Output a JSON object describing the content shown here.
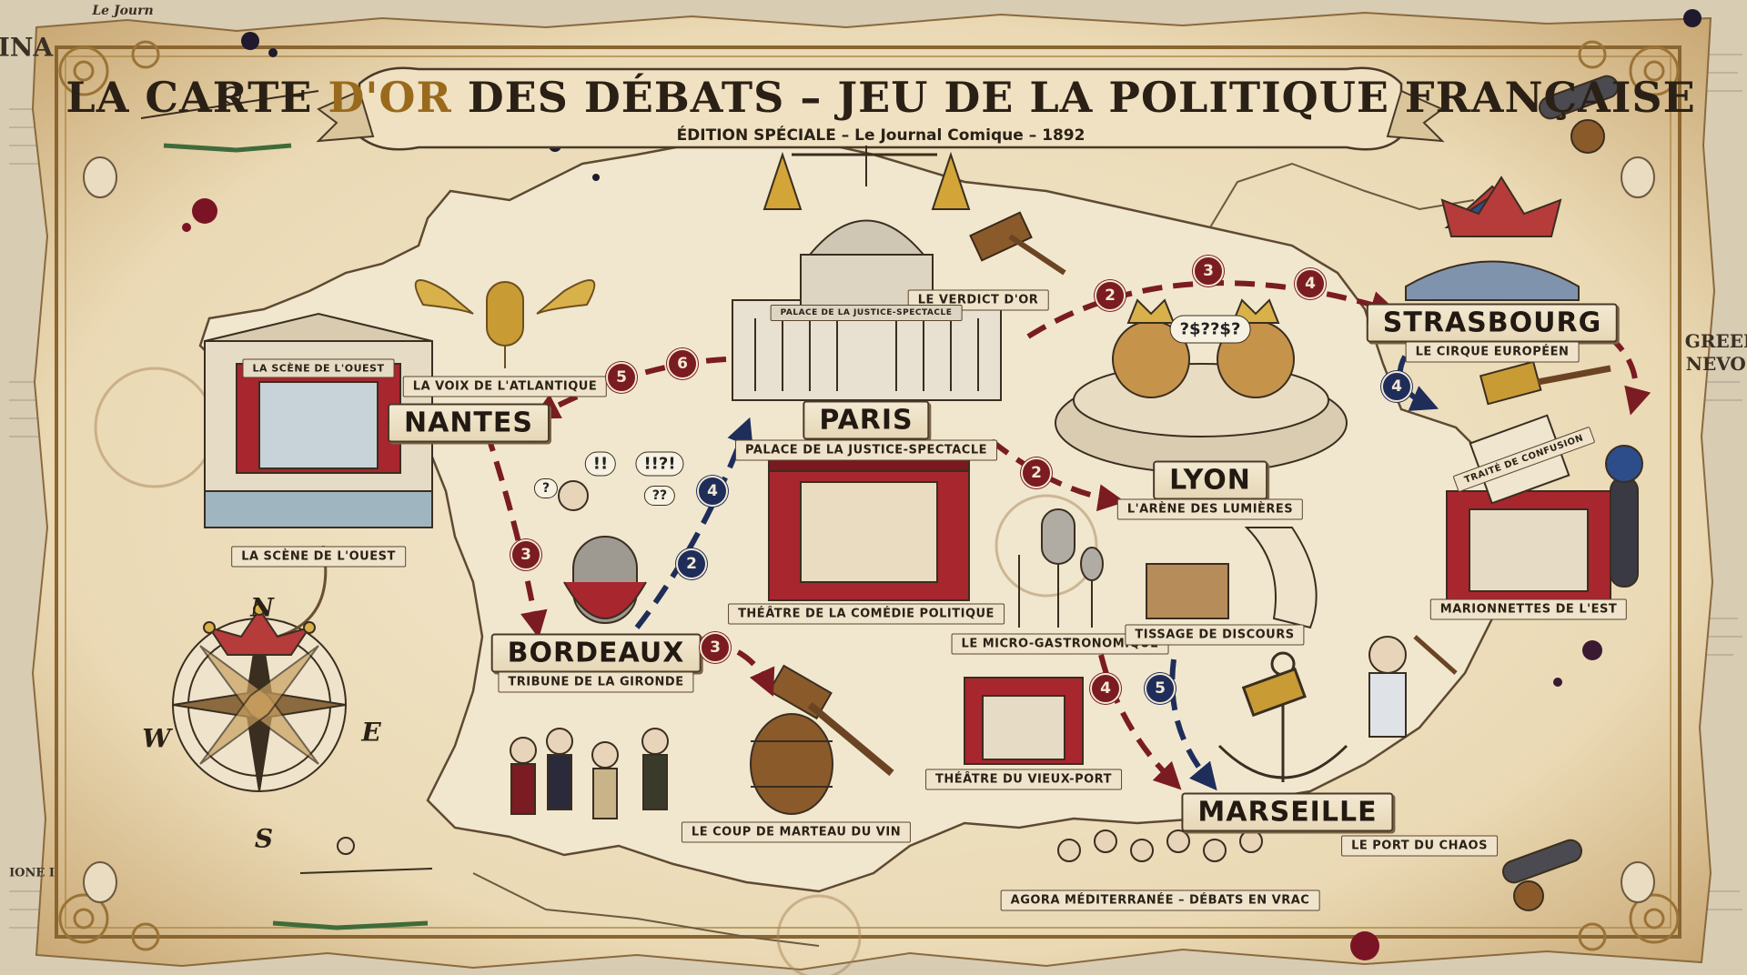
{
  "header": {
    "title_part1": "LA CARTE ",
    "title_gold": "D'OR",
    "title_part2": " DES DÉBATS – JEU DE LA POLITIQUE FRANÇAISE",
    "edition": "ÉDITION SPÉCIALE – Le Journal Comique – 1892"
  },
  "newspaper_snippets": {
    "top_left_head": "Le Journ",
    "left_head": "INA",
    "right_head_1": "GREEN",
    "right_head_2": "NEVOS",
    "bottom_left_head": "IONE I"
  },
  "cities": {
    "paris": {
      "name": "PARIS",
      "subtitle": "PALACE DE LA JUSTICE-SPECTACLE"
    },
    "nantes": {
      "name": "NANTES",
      "subtitle": "LA VOIX DE L'ATLANTIQUE"
    },
    "bordeaux": {
      "name": "BORDEAUX",
      "subtitle": "TRIBUNE DE LA GIRONDE"
    },
    "lyon": {
      "name": "LYON",
      "subtitle": "L'ARÈNE DES LUMIÈRES"
    },
    "strasbourg": {
      "name": "STRASBOURG",
      "subtitle": "LE CIRQUE EUROPÉEN"
    },
    "marseille": {
      "name": "MARSEILLE",
      "subtitle": "LE PORT DU CHAOS"
    }
  },
  "landmarks": {
    "scene_ouest_sign": "LA SCÈNE DE L'OUEST",
    "scene_ouest_banner": "LA SCÈNE DE L'OUEST",
    "verdict": "LE VERDICT D'OR",
    "theatre_comedie": "THÉÂTRE DE LA COMÉDIE POLITIQUE",
    "palace_sign": "PALACE DE LA JUSTICE-SPECTACLE",
    "micro_gastro": "LE MICRO-GASTRONOMIQUE",
    "tissage": "TISSAGE DE DISCOURS",
    "marionnettes": "MARIONNETTES DE L'EST",
    "traite": "TRAITÉ DE CONFUSION",
    "coup_marteau": "LE COUP DE MARTEAU DU VIN",
    "vieux_port": "THÉÂTRE DU VIEUX-PORT",
    "agora": "AGORA MÉDITERRANÉE – DÉBATS EN VRAC"
  },
  "speech_bubbles": {
    "lyon": "?$??$?",
    "bordeaux_a": "!!",
    "bordeaux_b": "!!?!",
    "bordeaux_c": "??",
    "bordeaux_d": "?"
  },
  "compass": {
    "n": "N",
    "s": "S",
    "e": "E",
    "w": "W"
  },
  "route_steps": {
    "nantes_paris_a": "5",
    "nantes_paris_b": "6",
    "nantes_bordeaux": "3",
    "bordeaux_paris_a": "2",
    "bordeaux_paris_b": "4",
    "bordeaux_vin": "3",
    "paris_lyon": "2",
    "paris_strasbourg_a": "2",
    "paris_strasbourg_b": "3",
    "paris_strasbourg_c": "4",
    "strasbourg_loop": "4",
    "lyon_marseille_a": "4",
    "lyon_marseille_b": "5"
  },
  "colors": {
    "parchment": "#efe4c8",
    "ink": "#2a2015",
    "route_red": "#7a1c22",
    "route_blue": "#1f2d5a",
    "gold": "#b8862a"
  }
}
